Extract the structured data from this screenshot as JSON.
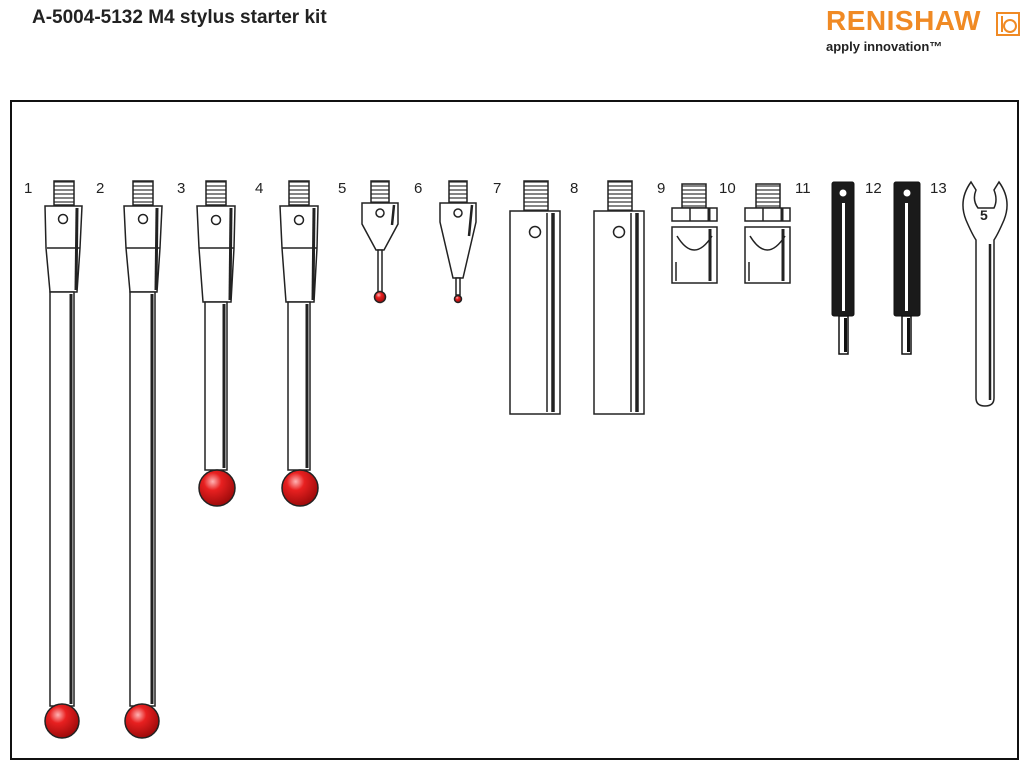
{
  "document": {
    "title": "A-5004-5132 M4 stylus starter kit"
  },
  "logo": {
    "wordmark": "RENISHAW",
    "tagline": "apply innovation™",
    "brand_color": "#f08a24"
  },
  "items": [
    {
      "number": "1"
    },
    {
      "number": "2"
    },
    {
      "number": "3"
    },
    {
      "number": "4"
    },
    {
      "number": "5"
    },
    {
      "number": "6"
    },
    {
      "number": "7"
    },
    {
      "number": "8"
    },
    {
      "number": "9"
    },
    {
      "number": "10"
    },
    {
      "number": "11"
    },
    {
      "number": "12"
    },
    {
      "number": "13"
    }
  ],
  "spanner": {
    "size_label": "5"
  },
  "colors": {
    "ruby_ball": "#e01b1b",
    "outline": "#222222",
    "dark_tool": "#1a1a1a"
  }
}
